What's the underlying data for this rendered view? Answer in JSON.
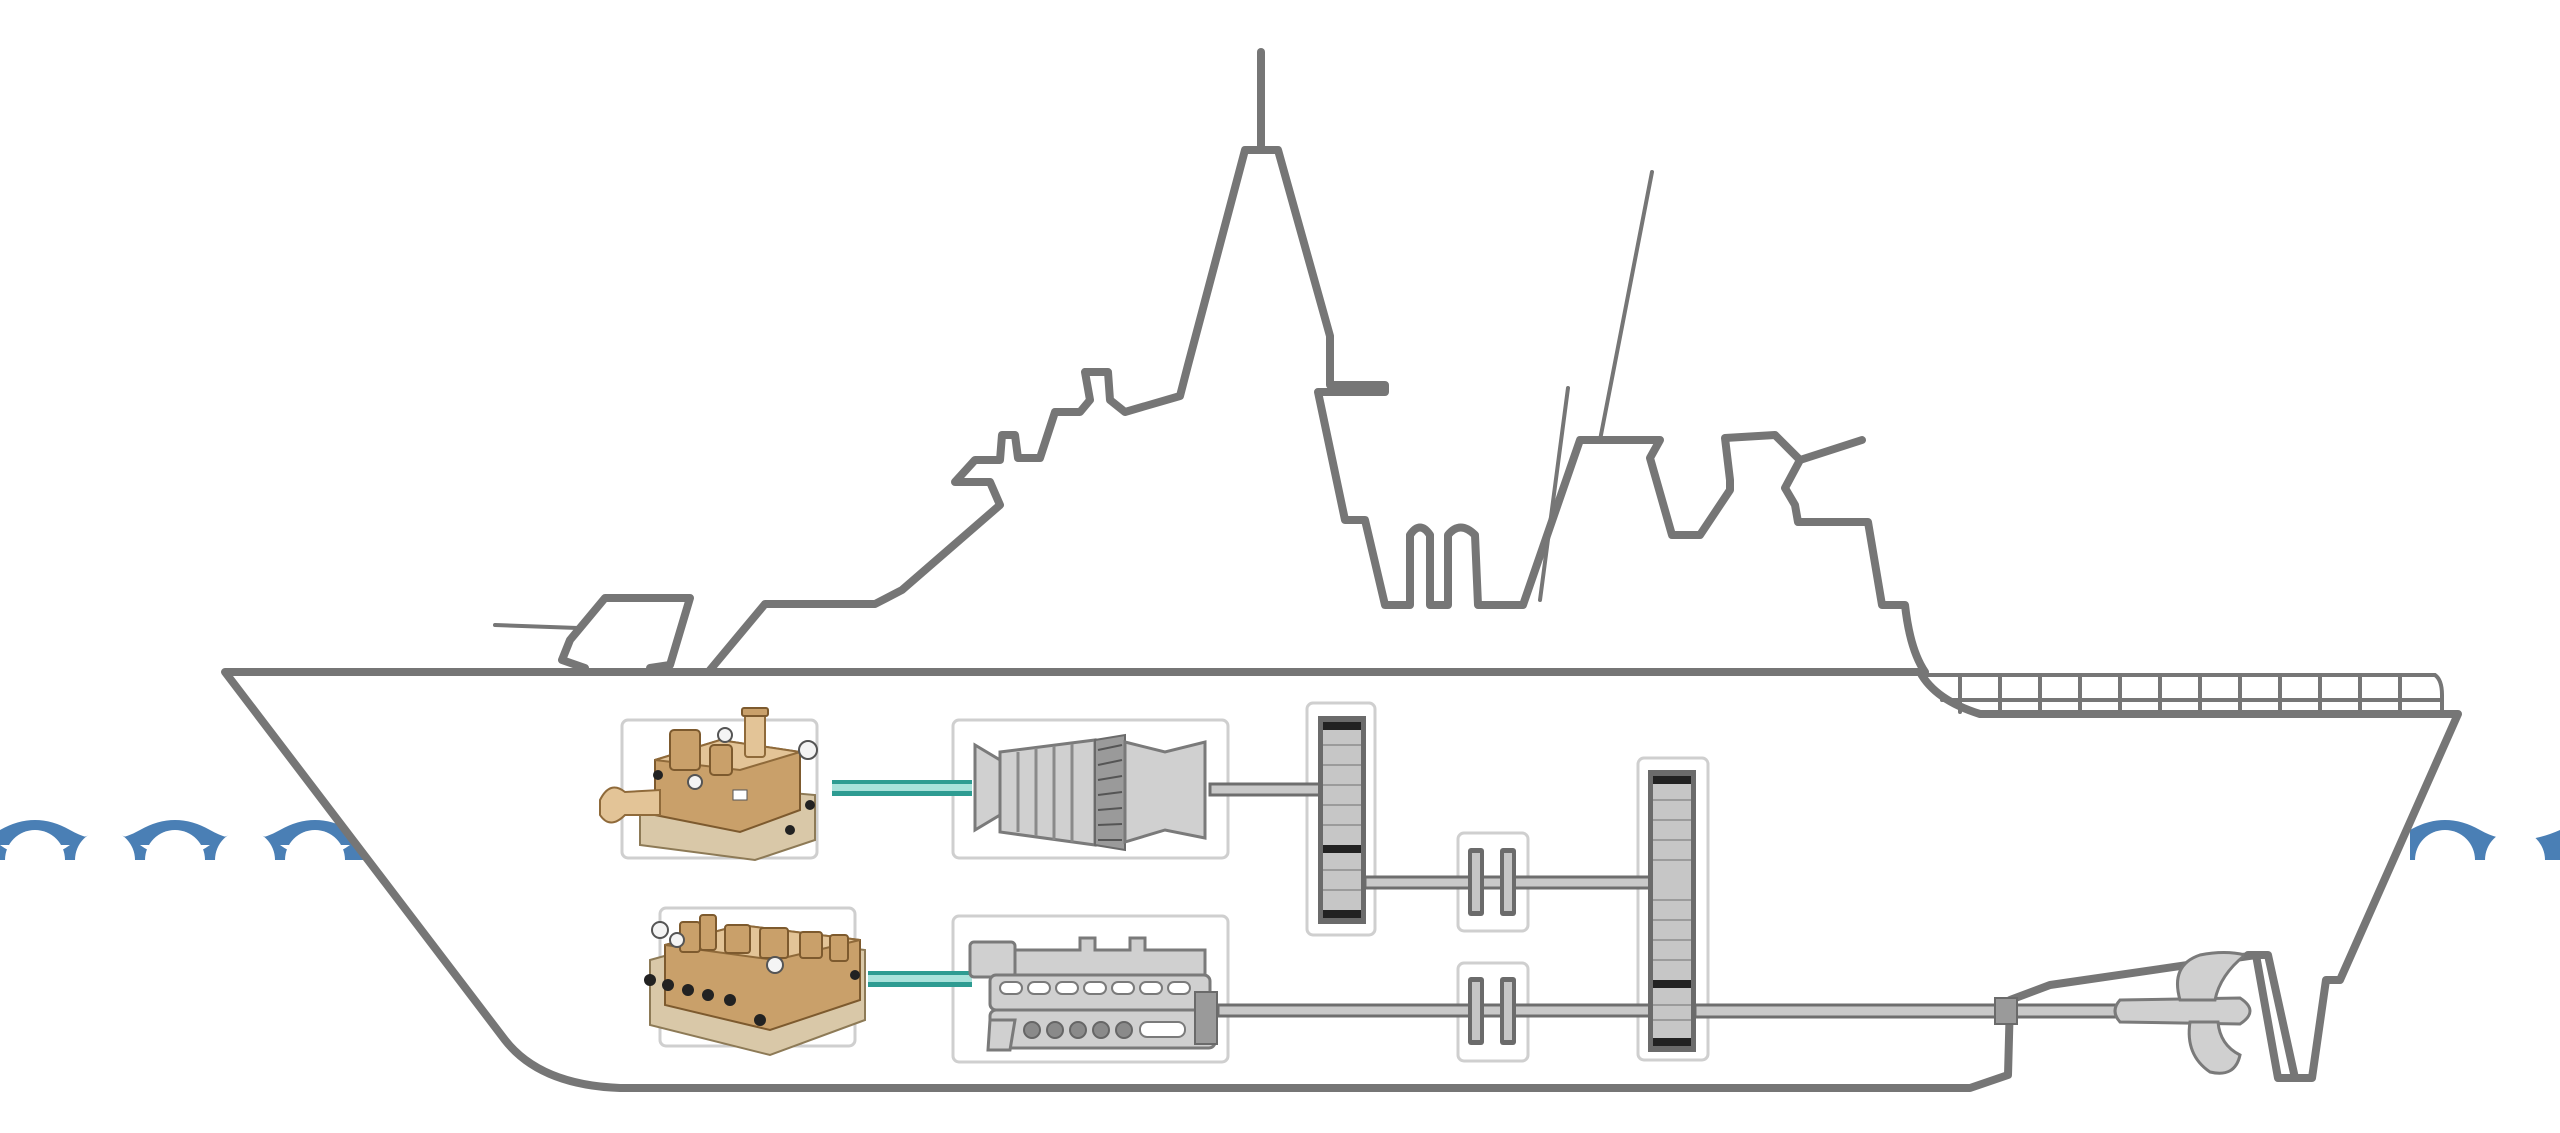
{
  "diagram": {
    "colors": {
      "hull_outline": "#767676",
      "water": "#4a7fb5",
      "hydraulic_line": "#2e9c92",
      "hydraulic_line_highlight": "#a9e2db",
      "component_box_border": "#cfcfcf",
      "gear_dark": "#222222",
      "valve_block_brass": "#c9a06a",
      "background": "#ffffff"
    },
    "components": [
      {
        "id": "ship-hull",
        "icon": "ship-silhouette"
      },
      {
        "id": "sea-waves",
        "icon": "wave-pattern"
      },
      {
        "id": "upper-valve-block",
        "icon": "brass-hydraulic-manifold"
      },
      {
        "id": "lower-valve-block",
        "icon": "brass-hydraulic-manifold"
      },
      {
        "id": "gas-turbine",
        "icon": "gas-turbine-engine"
      },
      {
        "id": "diesel-engine",
        "icon": "diesel-engine"
      },
      {
        "id": "primary-gearbox",
        "icon": "reduction-gear"
      },
      {
        "id": "main-gearbox",
        "icon": "reduction-gear"
      },
      {
        "id": "upper-clutch",
        "icon": "shaft-clutch"
      },
      {
        "id": "lower-clutch",
        "icon": "shaft-clutch"
      },
      {
        "id": "propeller-shaft",
        "icon": "propeller-shaft"
      },
      {
        "id": "propeller",
        "icon": "propeller"
      },
      {
        "id": "rudder",
        "icon": "rudder"
      }
    ]
  }
}
